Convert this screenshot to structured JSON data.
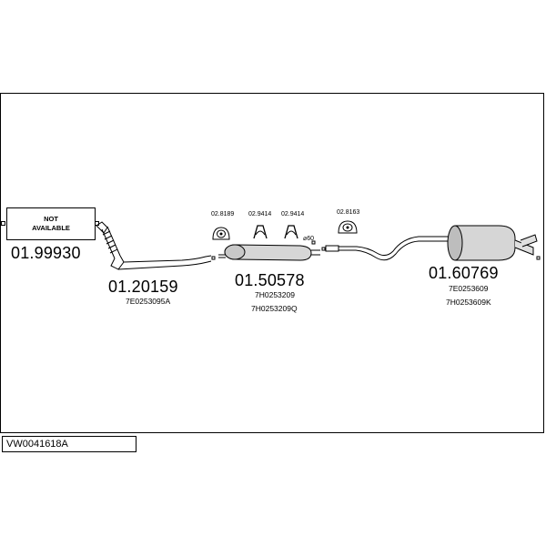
{
  "diagram_code": "VW0041618A",
  "not_available": {
    "line1": "NOT",
    "line2": "AVAILABLE",
    "part_number": "01.99930"
  },
  "parts": [
    {
      "number": "01.20159",
      "refs": [
        "7E0253095A"
      ]
    },
    {
      "number": "01.50578",
      "refs": [
        "7H0253209",
        "7H0253209Q"
      ]
    },
    {
      "number": "01.60769",
      "refs": [
        "7E0253609",
        "7H0253609K"
      ]
    }
  ],
  "hangers": [
    "02.8189",
    "02.9414",
    "02.9414",
    "02.8163"
  ],
  "diameter_label": "⌀60"
}
